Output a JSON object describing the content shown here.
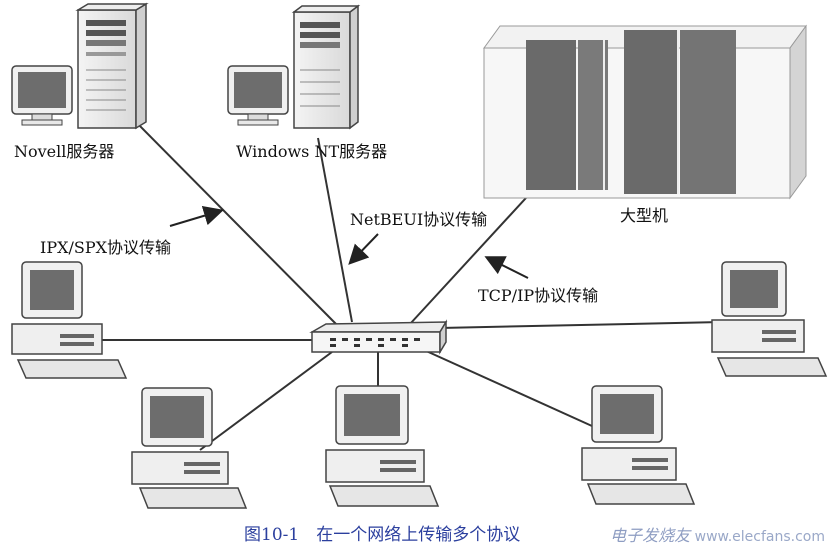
{
  "diagram": {
    "labels": {
      "novell": "Novell服务器",
      "windows_nt": "Windows NT服务器",
      "mainframe": "大型机",
      "ipx": "IPX/SPX协议传输",
      "netbeui": "NetBEUI协议传输",
      "tcpip": "TCP/IP协议传输"
    },
    "caption": "图10-1　在一个网络上传输多个协议"
  },
  "watermark": {
    "brand": "电子发烧友",
    "url": "www.elecfans.com"
  }
}
